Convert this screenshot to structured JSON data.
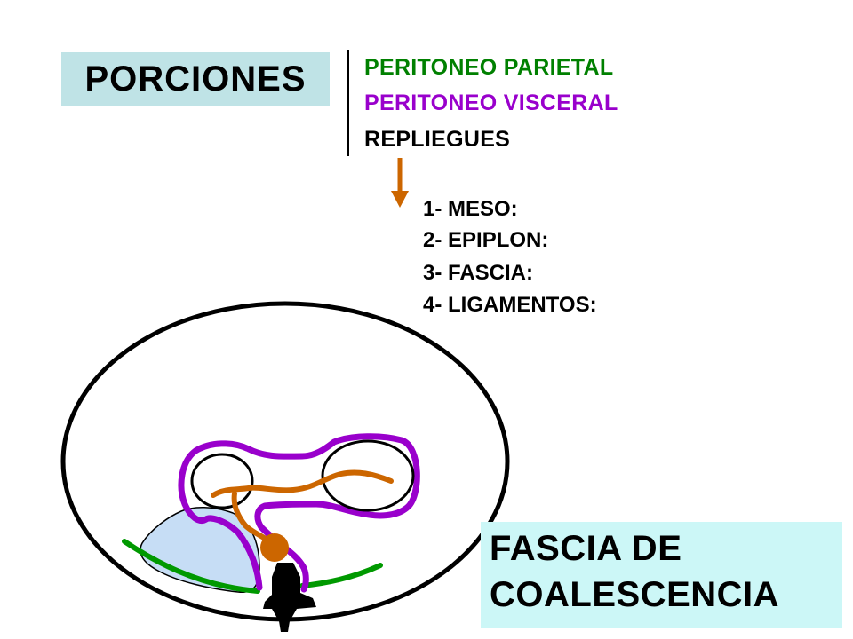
{
  "title": "PORCIONES",
  "portions": [
    {
      "label": "PERITONEO PARIETAL",
      "color": "#008000"
    },
    {
      "label": "PERITONEO VISCERAL",
      "color": "#9900cc"
    },
    {
      "label": "REPLIEGUES",
      "color": "#000000"
    }
  ],
  "folds": [
    "1- MESO:",
    "2- EPIPLON:",
    "3- FASCIA:",
    "4- LIGAMENTOS:"
  ],
  "callout": {
    "line1": "FASCIA DE",
    "line2": "COALESCENCIA"
  },
  "colors": {
    "title_bg": "#bfe3e6",
    "callout_bg": "#ccf7f7",
    "arrow": "#cc6600",
    "parietal": "#009900",
    "visceral": "#9900cc",
    "vessel": "#cc6600",
    "organ_fill": "#c6ddf5"
  }
}
